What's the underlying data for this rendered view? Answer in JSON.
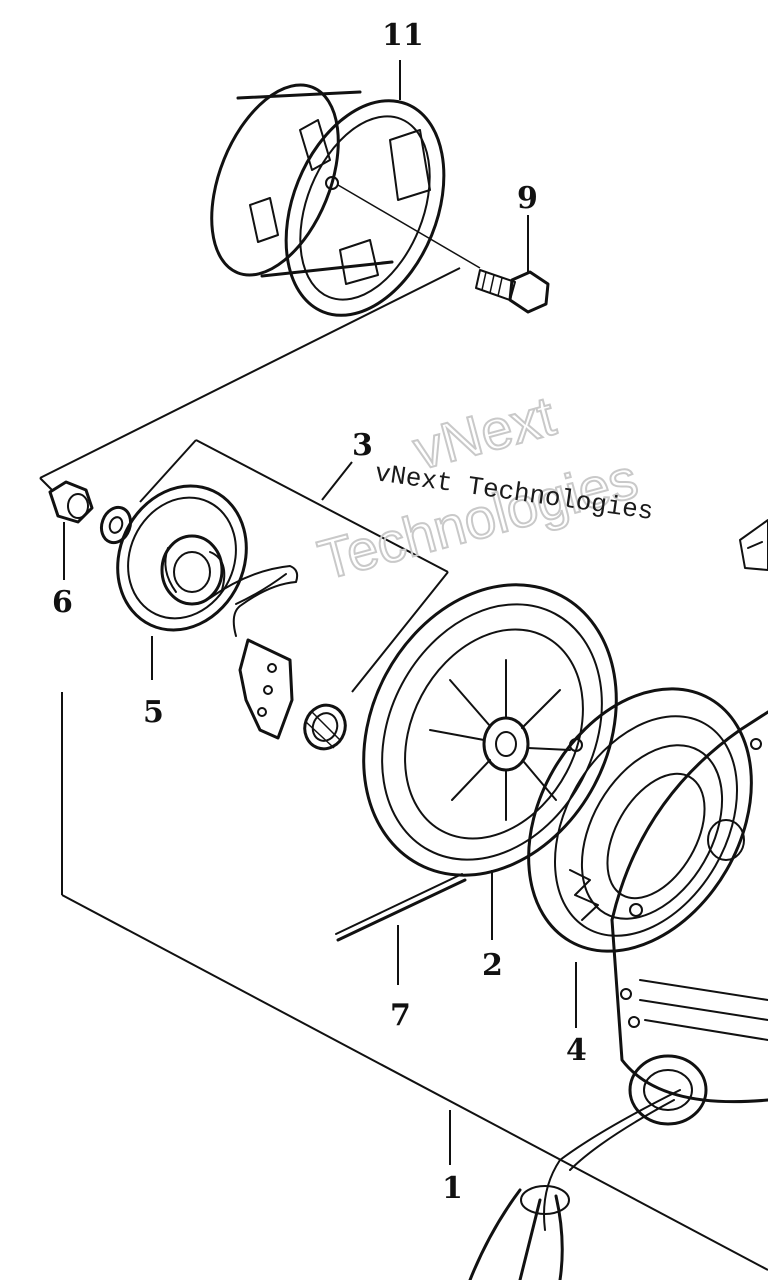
{
  "callouts": {
    "c11": "11",
    "c9": "9",
    "c3": "3",
    "c6": "6",
    "c5": "5",
    "c2": "2",
    "c7": "7",
    "c4": "4",
    "c1": "1"
  },
  "watermark": {
    "line1": "vNext",
    "line2": "Technologies",
    "caption": "vNext Technologies"
  }
}
